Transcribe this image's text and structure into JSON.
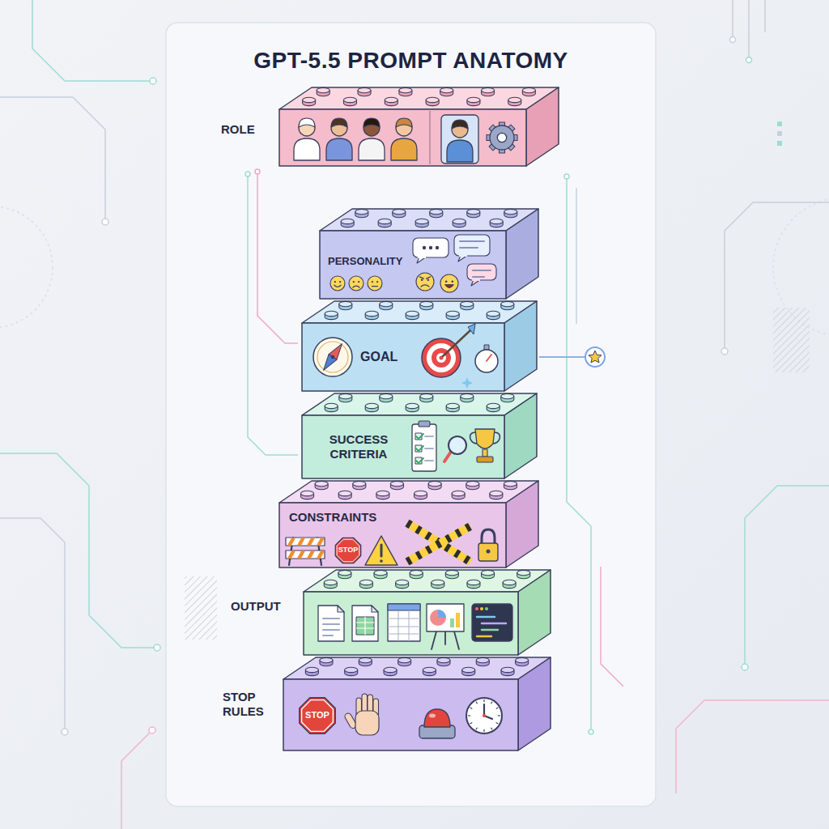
{
  "diagram": {
    "title": "GPT-5.5 PROMPT ANATOMY",
    "nodes": [
      {
        "text": [
          "ROLE"
        ]
      },
      {
        "text": [
          "PERSONALITY"
        ]
      },
      {
        "text": [
          "GOAL"
        ]
      },
      {
        "text": [
          "SUCCESS CRITERIA"
        ]
      },
      {
        "text": [
          "CONSTRAINTS"
        ]
      },
      {
        "text": [
          "OUTPUT"
        ]
      },
      {
        "text": [
          "STOP RULES"
        ]
      }
    ],
    "labels": [
      "STOP",
      "STOP"
    ]
  }
}
